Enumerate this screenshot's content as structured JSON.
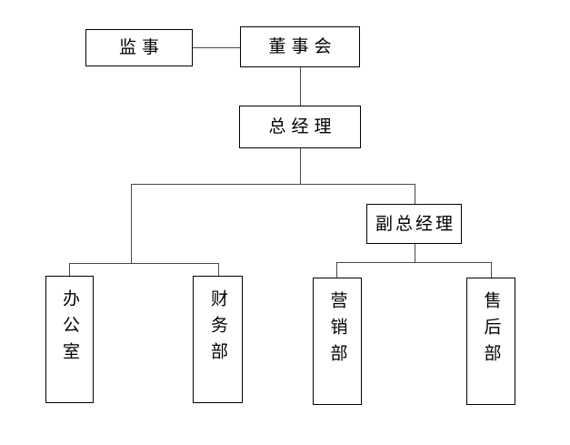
{
  "chart": {
    "type": "org-diagram",
    "colors": {
      "background": "#ffffff",
      "box_border": "#000000",
      "box_fill": "#ffffff",
      "connector": "#474747",
      "text": "#000000"
    },
    "nodes": [
      {
        "id": "supervisor",
        "label": "监事",
        "text_orientation": "horizontal"
      },
      {
        "id": "board-of-directors",
        "label": "董事会",
        "text_orientation": "horizontal"
      },
      {
        "id": "general-manager",
        "label": "总经理",
        "text_orientation": "horizontal"
      },
      {
        "id": "deputy-general-manager",
        "label": "副总经理",
        "text_orientation": "horizontal"
      },
      {
        "id": "office",
        "label": "办公室",
        "text_orientation": "vertical"
      },
      {
        "id": "finance-dept",
        "label": "财务部",
        "text_orientation": "vertical"
      },
      {
        "id": "marketing-dept",
        "label": "营销部",
        "text_orientation": "vertical"
      },
      {
        "id": "after-sales-dept",
        "label": "售后部",
        "text_orientation": "vertical"
      }
    ],
    "edges": [
      {
        "from": "board-of-directors",
        "to": "supervisor"
      },
      {
        "from": "board-of-directors",
        "to": "general-manager"
      },
      {
        "from": "general-manager",
        "to": "office"
      },
      {
        "from": "general-manager",
        "to": "finance-dept"
      },
      {
        "from": "general-manager",
        "to": "deputy-general-manager"
      },
      {
        "from": "deputy-general-manager",
        "to": "marketing-dept"
      },
      {
        "from": "deputy-general-manager",
        "to": "after-sales-dept"
      }
    ]
  }
}
